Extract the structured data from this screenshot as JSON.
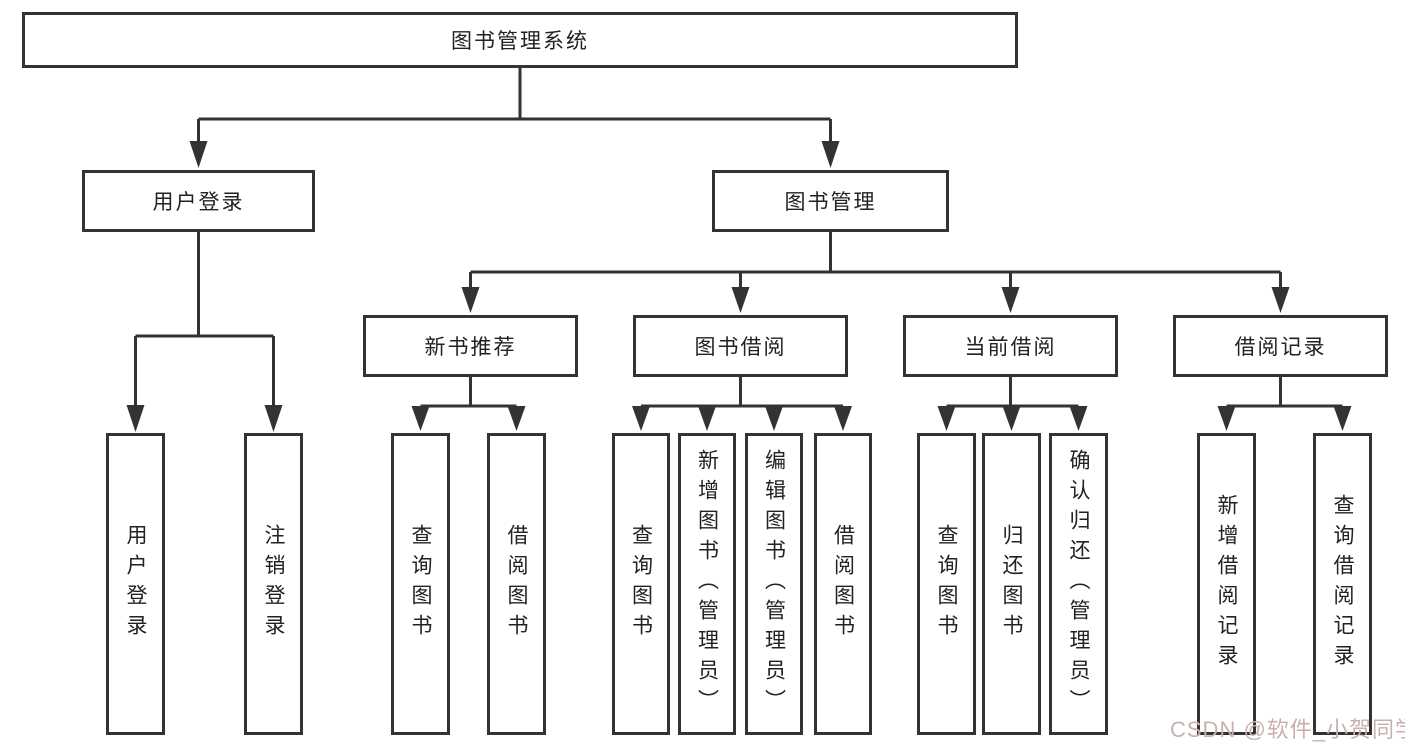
{
  "diagram": {
    "root": {
      "label": "图书管理系统"
    },
    "children": [
      {
        "label": "用户登录",
        "children": [
          {
            "label": "用户登录"
          },
          {
            "label": "注销登录"
          }
        ]
      },
      {
        "label": "图书管理",
        "children": [
          {
            "label": "新书推荐",
            "children": [
              {
                "label": "查询图书"
              },
              {
                "label": "借阅图书"
              }
            ]
          },
          {
            "label": "图书借阅",
            "children": [
              {
                "label": "查询图书"
              },
              {
                "label": "新增图书（管理员）"
              },
              {
                "label": "编辑图书（管理员）"
              },
              {
                "label": "借阅图书"
              }
            ]
          },
          {
            "label": "当前借阅",
            "children": [
              {
                "label": "查询图书"
              },
              {
                "label": "归还图书"
              },
              {
                "label": "确认归还（管理员）"
              }
            ]
          },
          {
            "label": "借阅记录",
            "children": [
              {
                "label": "新增借阅记录"
              },
              {
                "label": "查询借阅记录"
              }
            ]
          }
        ]
      }
    ]
  },
  "watermark": {
    "text": "CSDN @软件_小贺同学"
  },
  "colors": {
    "line": "#333333",
    "text": "#222222",
    "watermark": "#c9b0b0"
  }
}
